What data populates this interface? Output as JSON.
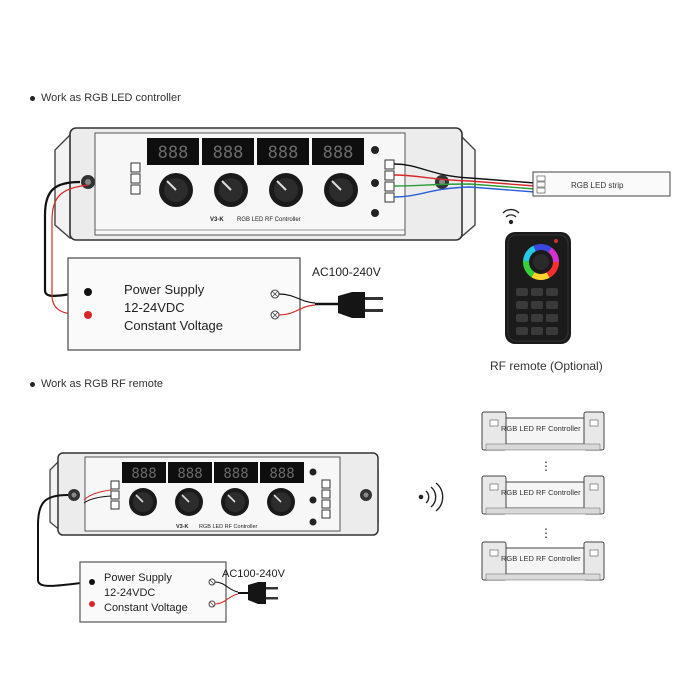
{
  "section1": {
    "title": "Work as RGB LED controller"
  },
  "section2": {
    "title": "Work as RGB RF remote"
  },
  "controller": {
    "model": "V3-K",
    "name": "RGB LED RF Controller",
    "digits": "888"
  },
  "power_supply": {
    "line1": "Power Supply",
    "line2": "12-24VDC",
    "line3": "Constant Voltage"
  },
  "ac_input": "AC100-240V",
  "led_strip": "RGB LED strip",
  "remote_caption": "RF remote (Optional)",
  "receiver": {
    "label": "RGB LED RF Controller",
    "ellipsis": "⋮"
  },
  "colors": {
    "wire_red": "#d62828",
    "wire_black": "#111111",
    "wire_green": "#2a9d3a",
    "wire_blue": "#2b5fd9"
  }
}
